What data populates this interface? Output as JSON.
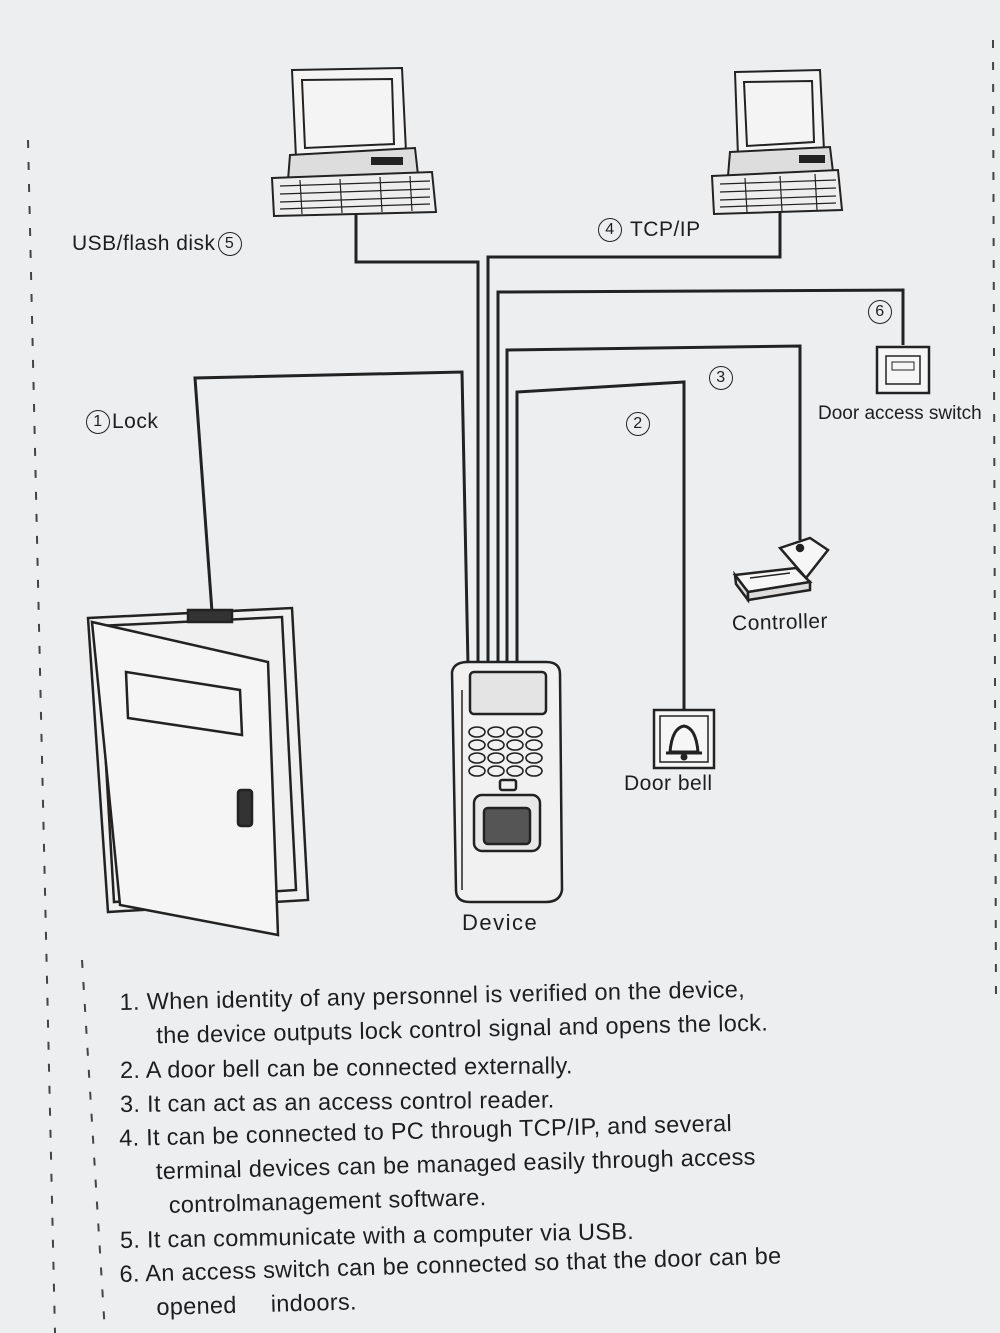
{
  "labels": {
    "usb": "USB/flash disk",
    "usb_num": "5",
    "tcp": "TCP/IP",
    "tcp_num": "4",
    "lock": "Lock",
    "lock_num": "1",
    "door_bell_num": "2",
    "controller_num": "3",
    "switch_num": "6",
    "door_access_switch": "Door access switch",
    "controller": "Controller",
    "door_bell": "Door bell",
    "device": "Device"
  },
  "notes": [
    {
      "num": "1.",
      "lines": [
        "When identity of any personnel is verified on the device,",
        "the device outputs lock control signal and opens the lock."
      ]
    },
    {
      "num": "2.",
      "lines": [
        "A door bell can be connected externally."
      ]
    },
    {
      "num": "3.",
      "lines": [
        "It can act as an access control reader."
      ]
    },
    {
      "num": "4.",
      "lines": [
        "It can be connected to PC through TCP/IP, and several",
        "terminal   devices can be managed easily through  access",
        "controlmanagement   software."
      ]
    },
    {
      "num": "5.",
      "lines": [
        "It can communicate with a computer via USB."
      ]
    },
    {
      "num": "6.",
      "lines": [
        "An access switch can be connected so that the door can be",
        "opened     indoors."
      ]
    }
  ]
}
